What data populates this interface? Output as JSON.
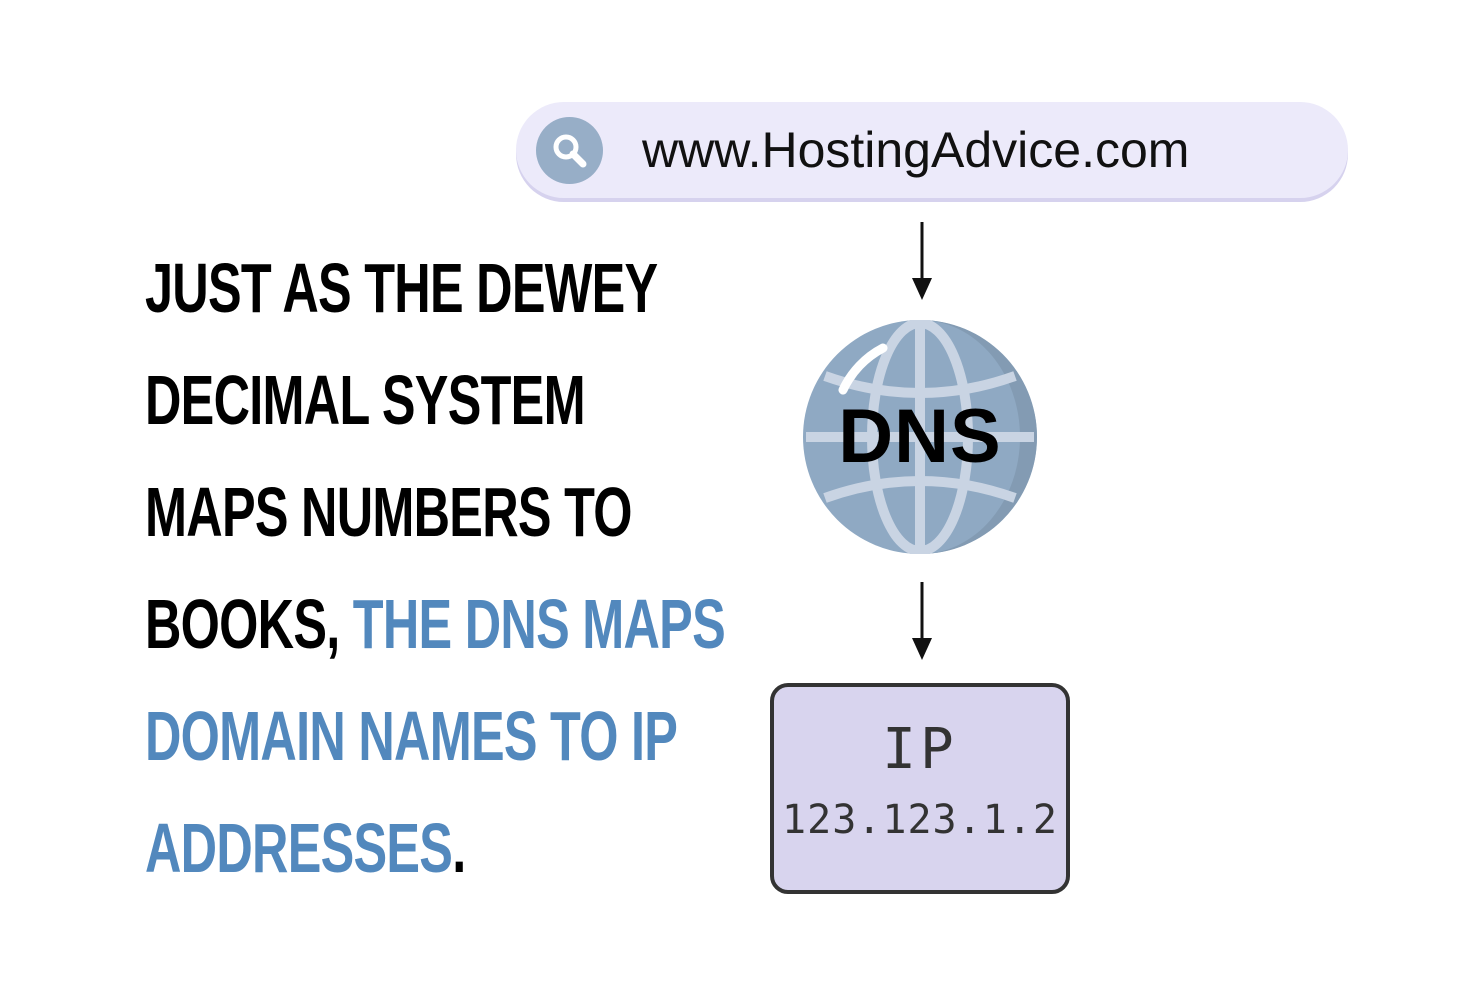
{
  "headline": {
    "part1": "JUST AS THE DEWEY DECIMAL SYSTEM MAPS NUMBERS TO BOOKS,",
    "part2_accent": "THE DNS MAPS DOMAIN NAMES TO IP ADDRESSES",
    "period": "."
  },
  "search_bar": {
    "url": "www.HostingAdvice.com",
    "icon": "search-icon"
  },
  "dns": {
    "label": "DNS",
    "icon": "globe-icon"
  },
  "ip_box": {
    "title": "IP",
    "address": "123.123.1.2"
  },
  "colors": {
    "accent": "#5288bd",
    "search_bg": "#eceafa",
    "globe": "#8fa9c3",
    "ip_box_bg": "#d8d4ee"
  }
}
